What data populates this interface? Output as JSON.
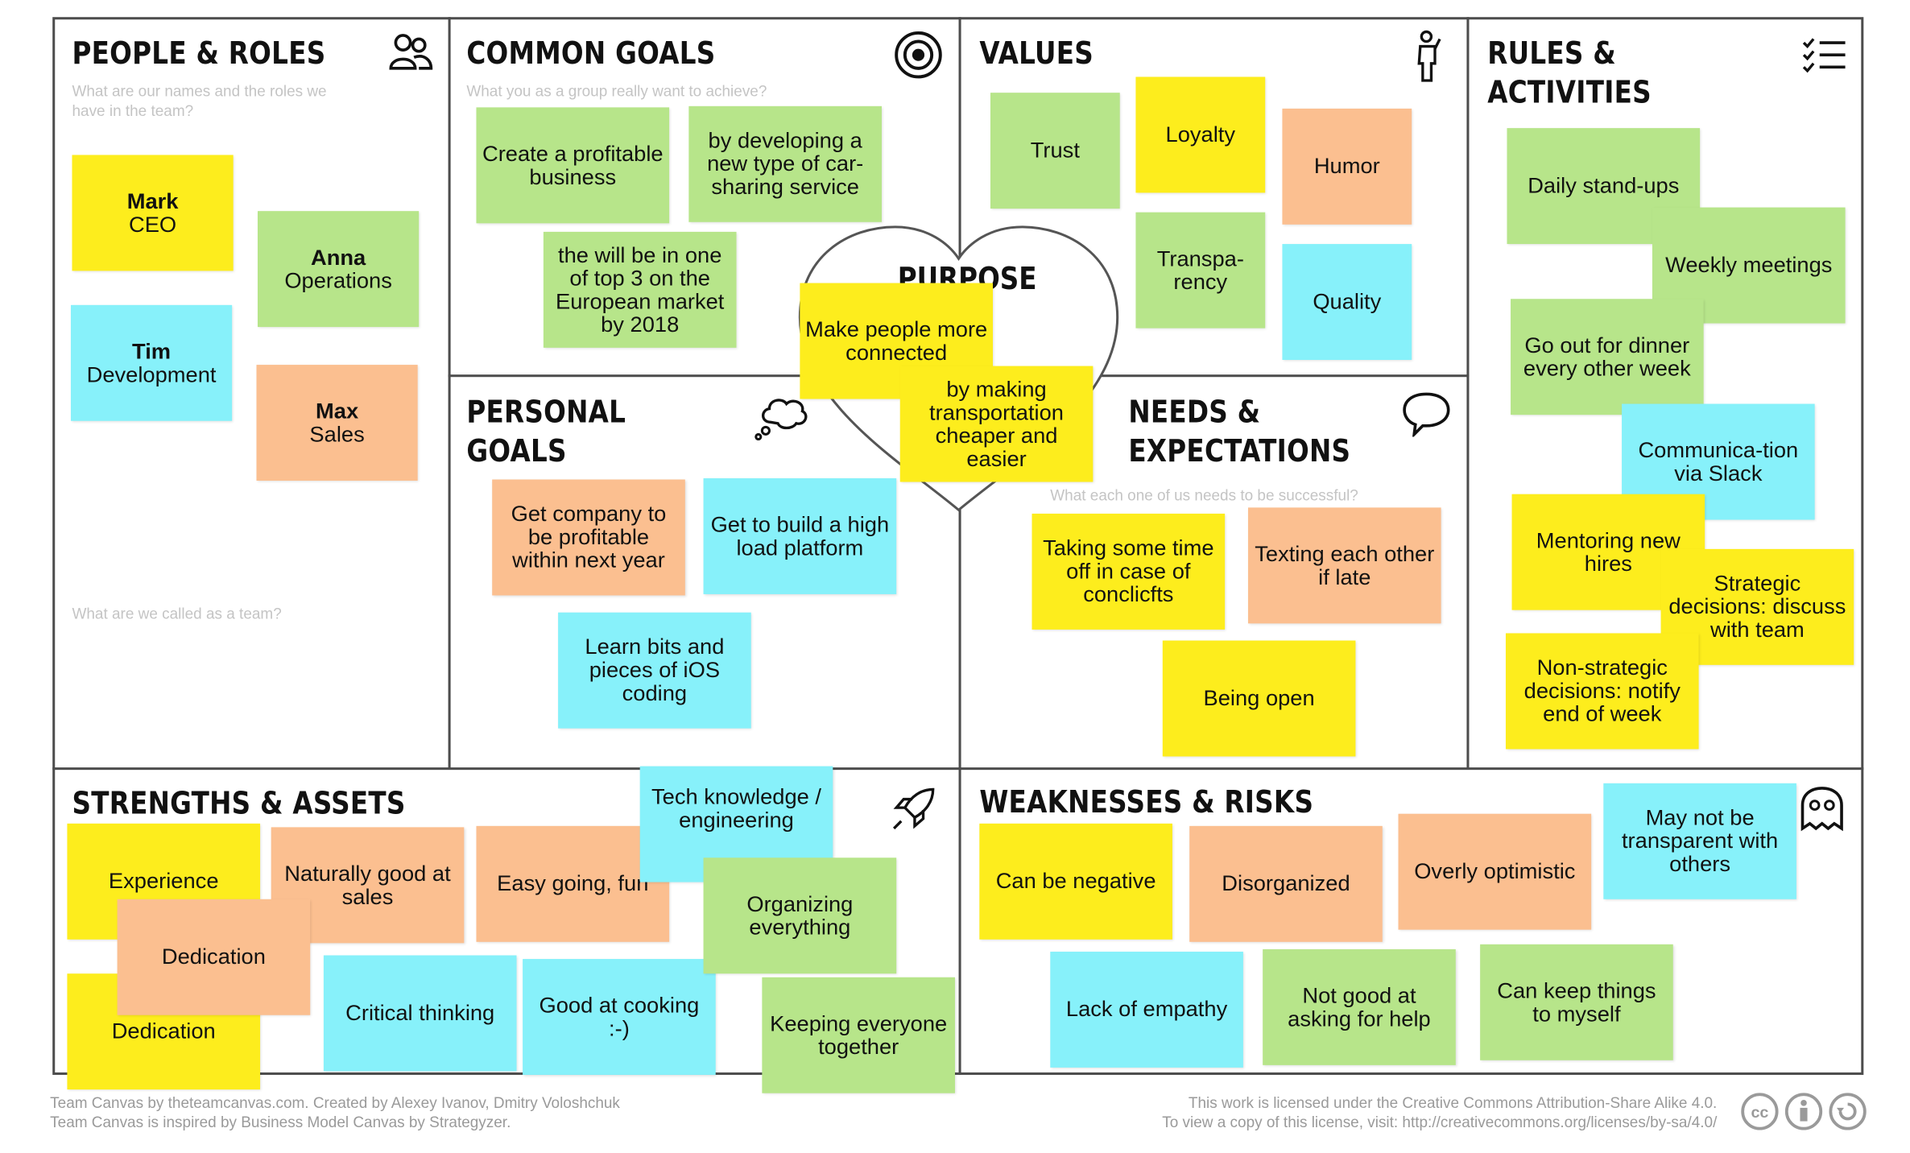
{
  "sections": {
    "people_roles": {
      "title": "PEOPLE & ROLES",
      "hint": "What are our names and the roles we have in the team?",
      "hint2": "What are we called as a team?"
    },
    "common_goals": {
      "title": "COMMON GOALS",
      "hint": "What you as a group really want to achieve?"
    },
    "values": {
      "title": "VALUES"
    },
    "rules": {
      "title_line1": "RULES &",
      "title_line2": "ACTIVITIES"
    },
    "purpose": {
      "title": "PURPOSE"
    },
    "personal_goals": {
      "title_line1": "PERSONAL",
      "title_line2": "GOALS"
    },
    "needs": {
      "title_line1": "NEEDS &",
      "title_line2": "EXPECTATIONS",
      "hint": "What each one of us needs to be successful?"
    },
    "strengths": {
      "title": "STRENGTHS & ASSETS"
    },
    "weaknesses": {
      "title": "WEAKNESSES & RISKS"
    }
  },
  "notes": {
    "people": [
      {
        "name": "Mark",
        "role": "CEO",
        "color": "yellow"
      },
      {
        "name": "Anna",
        "role": "Operations",
        "color": "green"
      },
      {
        "name": "Tim",
        "role": "Development",
        "color": "cyan"
      },
      {
        "name": "Max",
        "role": "Sales",
        "color": "orange"
      }
    ],
    "common_goals": [
      "Create a profitable business",
      "by developing a new type of car-sharing service",
      "the will be in one of top 3 on the European market by 2018"
    ],
    "purpose": [
      "Make people more connected",
      "by making transportation cheaper and easier"
    ],
    "values": [
      "Trust",
      "Loyalty",
      "Humor",
      "Transpa-rency",
      "Quality"
    ],
    "rules": [
      "Daily stand-ups",
      "Weekly meetings",
      "Go out for dinner every other week",
      "Communica-tion via Slack",
      "Mentoring new hires",
      "Strategic decisions: discuss with team",
      "Non-strategic decisions: notify end of week"
    ],
    "personal_goals": [
      "Get company to be profitable within next year",
      "Get to build a high load platform",
      "Learn bits and pieces of iOS coding"
    ],
    "needs": [
      "Taking some time off in case of conclicfts",
      "Texting each other if late",
      "Being open"
    ],
    "strengths": [
      "Experience",
      "Naturally good at sales",
      "Easy going, fun",
      "Tech knowledge / engineering",
      "Dedication",
      "Dedication",
      "Critical thinking",
      "Good at cooking :-)",
      "Organizing everything",
      "Keeping everyone together"
    ],
    "weaknesses": [
      "Can be negative",
      "Disorganized",
      "Overly optimistic",
      "May not be transparent with others",
      "Lack of empathy",
      "Not good at asking for help",
      "Can keep things to myself"
    ]
  },
  "footer": {
    "left1": "Team Canvas by theteamcanvas.com. Created by Alexey Ivanov, Dmitry Voloshchuk",
    "left2": "Team Canvas is inspired by Business Model Canvas by Strategyzer.",
    "right1": "This work is licensed under the Creative Commons Attribution-Share Alike 4.0.",
    "right2": "To view a copy of this license, visit: http://creativecommons.org/licenses/by-sa/4.0/"
  },
  "icons": [
    "people-icon",
    "target-icon",
    "person-icon",
    "checklist-icon",
    "thought-bubble-icon",
    "speech-bubble-icon",
    "rocket-icon",
    "ghost-icon",
    "cc-icon",
    "by-icon",
    "sa-icon"
  ]
}
